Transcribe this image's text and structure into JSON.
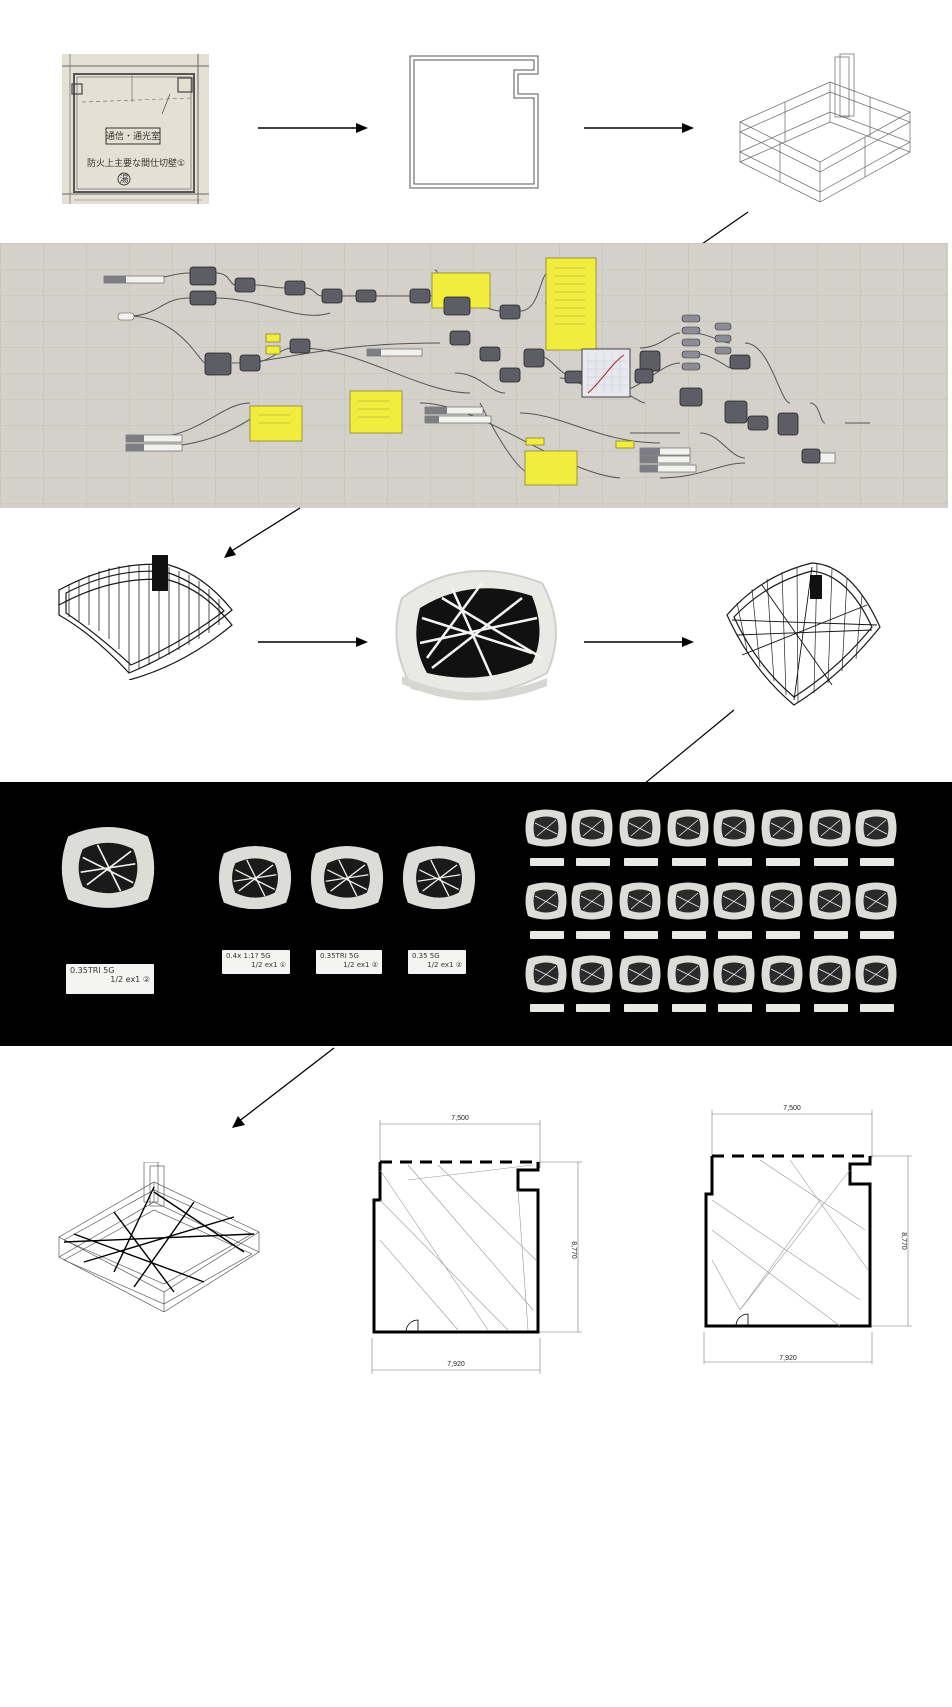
{
  "scan": {
    "room_label": "通信・通光室",
    "wall_note": "防火上主要な間仕切壁①",
    "symbol": "湯"
  },
  "photo_labels": {
    "large": [
      "0.35TRI 5G",
      "1/2 ex1 ②"
    ],
    "small": [
      {
        "line1": "0.4x 1:1? 5G",
        "line2": "1/2 ex1 ①"
      },
      {
        "line1": "0.35TRI 5G",
        "line2": "1/2 ex1 ②"
      },
      {
        "line1": "0.35 5G",
        "line2": "1/2 ex1 ②"
      }
    ]
  },
  "plan_left": {
    "top_dim": "7,500",
    "bottom_dim": "7,920",
    "side_dim": "8,770"
  },
  "plan_right": {
    "top_dim": "7,500",
    "bottom_dim": "7,920",
    "side_dim": "8,770"
  }
}
